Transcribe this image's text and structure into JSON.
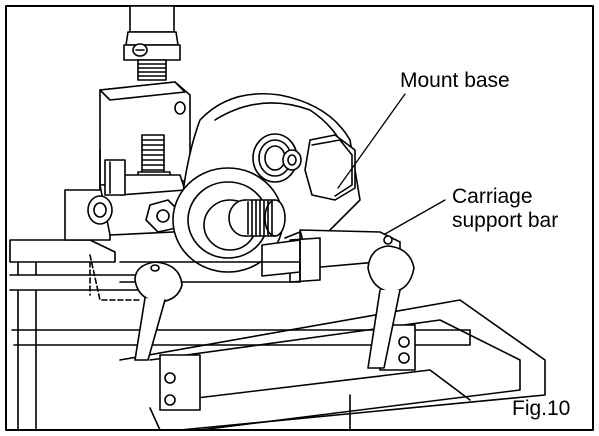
{
  "labels": {
    "mount_base": "Mount base",
    "carriage_line1": "Carriage",
    "carriage_line2": "support bar",
    "figure_number": "Fig.10"
  },
  "colors": {
    "line": "#000000",
    "background": "#ffffff",
    "shade": "#8a8a8a"
  }
}
